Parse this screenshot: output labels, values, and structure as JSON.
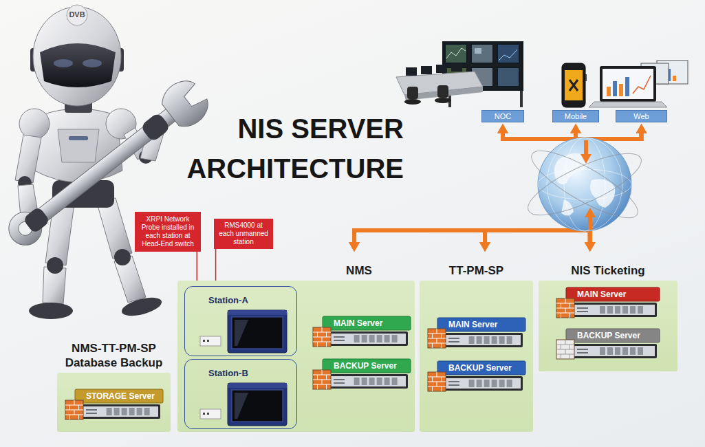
{
  "diagram": {
    "title": "NIS SERVER ARCHITECTURE",
    "nodes": [
      {
        "text": [
          "NOC"
        ]
      },
      {
        "text": [
          "Mobile"
        ]
      },
      {
        "text": [
          "Web"
        ]
      },
      {
        "text": [
          "XRPI Network Probe installed in each station at Head-End switch"
        ]
      },
      {
        "text": [
          "RMS4000 at each unmanned station"
        ]
      },
      {
        "text": [
          "NMS"
        ]
      },
      {
        "text": [
          "Station-A"
        ],
        "in": 5
      },
      {
        "text": [
          "Station-B"
        ],
        "in": 5
      },
      {
        "text": [
          "MAIN Server"
        ],
        "in": 5
      },
      {
        "text": [
          "BACKUP Server"
        ],
        "in": 5
      },
      {
        "text": [
          "TT-PM-SP"
        ]
      },
      {
        "text": [
          "MAIN Server"
        ],
        "in": 10
      },
      {
        "text": [
          "BACKUP Server"
        ],
        "in": 10
      },
      {
        "text": [
          "NIS Ticketing"
        ]
      },
      {
        "text": [
          "MAIN Server"
        ],
        "in": 13
      },
      {
        "text": [
          "BACKUP Server"
        ],
        "in": 13
      },
      {
        "text": [
          "NMS-TT-PM-SP Database Backup"
        ]
      },
      {
        "text": [
          "STORAGE Server"
        ],
        "in": 16
      }
    ],
    "edges": [
      {
        "from": 0,
        "to": 5,
        "arrow": "both"
      },
      {
        "from": 0,
        "to": 10,
        "arrow": "both"
      },
      {
        "from": 0,
        "to": 13,
        "arrow": "both"
      },
      {
        "from": 1,
        "to": 5,
        "arrow": "both"
      },
      {
        "from": 1,
        "to": 10,
        "arrow": "both"
      },
      {
        "from": 1,
        "to": 13,
        "arrow": "both"
      },
      {
        "from": 2,
        "to": 5,
        "arrow": "both"
      },
      {
        "from": 2,
        "to": 10,
        "arrow": "both"
      },
      {
        "from": 2,
        "to": 13,
        "arrow": "both"
      },
      {
        "from": 3,
        "to": 7,
        "arrow": "none"
      },
      {
        "from": 4,
        "to": 6,
        "arrow": "none"
      }
    ],
    "labels": [
      "DVB"
    ]
  }
}
